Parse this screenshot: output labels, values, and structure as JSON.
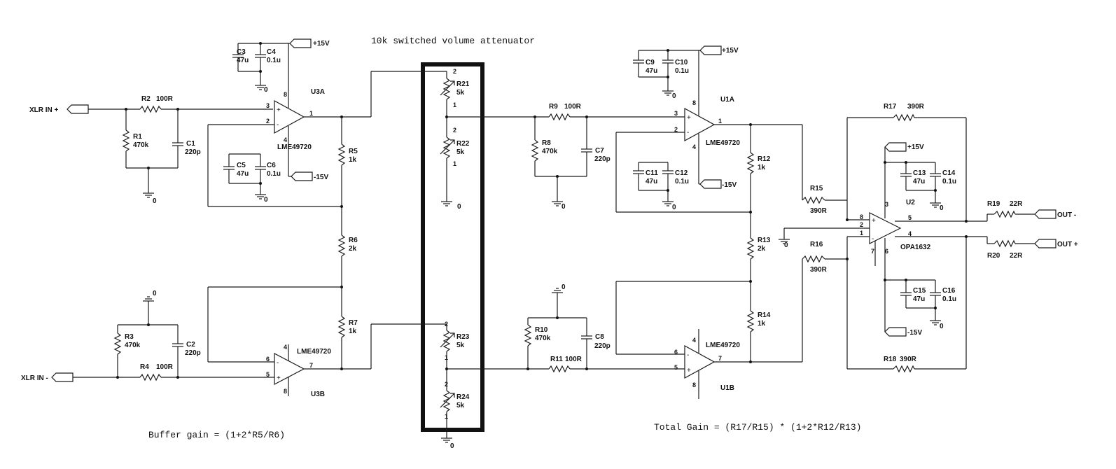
{
  "notes": {
    "attenuator_title": "10k switched volume attenuator",
    "buffer_gain": "Buffer gain = (1+2*R5/R6)",
    "total_gain": "Total Gain = (R17/R15) * (1+2*R12/R13)"
  },
  "ports": {
    "xlr_in_plus": "XLR IN +",
    "xlr_in_minus": "XLR IN -",
    "out_minus": "OUT -",
    "out_plus": "OUT +",
    "p15_u3": "+15V",
    "m15_u3": "-15V",
    "p15_u1": "+15V",
    "m15_u1": "-15V",
    "p15_u2": "+15V",
    "m15_u2": "-15V"
  },
  "ground_label": "0",
  "opamps": {
    "u3a": {
      "ref": "U3A",
      "part": "LME49720",
      "p_in_plus": "3",
      "p_in_minus": "2",
      "p_out": "1",
      "p_vp": "8",
      "p_vm": "4"
    },
    "u3b": {
      "ref": "U3B",
      "part": "LME49720",
      "p_in_minus": "6",
      "p_in_plus": "5",
      "p_out": "7",
      "p_vp": "4",
      "p_vm": "8"
    },
    "u1a": {
      "ref": "U1A",
      "part": "LME49720",
      "p_in_plus": "3",
      "p_in_minus": "2",
      "p_out": "1",
      "p_vp": "8",
      "p_vm": "4"
    },
    "u1b": {
      "ref": "U1B",
      "part": "LME49720",
      "p_in_minus": "6",
      "p_in_plus": "5",
      "p_out": "7",
      "p_vp": "4",
      "p_vm": "8"
    },
    "u2": {
      "ref": "U2",
      "part": "OPA1632",
      "p8": "8",
      "p2": "2",
      "p1": "1",
      "p3": "3",
      "p5": "5",
      "p4": "4",
      "p7": "7",
      "p6": "6"
    }
  },
  "resistors": {
    "r1": {
      "ref": "R1",
      "val": "470k"
    },
    "r2": {
      "ref": "R2",
      "val": "100R"
    },
    "r3": {
      "ref": "R3",
      "val": "470k"
    },
    "r4": {
      "ref": "R4",
      "val": "100R"
    },
    "r5": {
      "ref": "R5",
      "val": "1k"
    },
    "r6": {
      "ref": "R6",
      "val": "2k"
    },
    "r7": {
      "ref": "R7",
      "val": "1k"
    },
    "r8": {
      "ref": "R8",
      "val": "470k"
    },
    "r9": {
      "ref": "R9",
      "val": "100R"
    },
    "r10": {
      "ref": "R10",
      "val": "470k"
    },
    "r11": {
      "ref": "R11",
      "val": "100R"
    },
    "r12": {
      "ref": "R12",
      "val": "1k"
    },
    "r13": {
      "ref": "R13",
      "val": "2k"
    },
    "r14": {
      "ref": "R14",
      "val": "1k"
    },
    "r15": {
      "ref": "R15",
      "val": "390R"
    },
    "r16": {
      "ref": "R16",
      "val": "390R"
    },
    "r17": {
      "ref": "R17",
      "val": "390R"
    },
    "r18": {
      "ref": "R18",
      "val": "390R"
    },
    "r19": {
      "ref": "R19",
      "val": "22R"
    },
    "r20": {
      "ref": "R20",
      "val": "22R"
    }
  },
  "pots": {
    "r21": {
      "ref": "R21",
      "val": "5k",
      "p_top": "2",
      "p_bot": "1"
    },
    "r22": {
      "ref": "R22",
      "val": "5k",
      "p_top": "2",
      "p_bot": "1"
    },
    "r23": {
      "ref": "R23",
      "val": "5k",
      "p_top": "2",
      "p_bot": "1"
    },
    "r24": {
      "ref": "R24",
      "val": "5k",
      "p_top": "2",
      "p_bot": "1"
    }
  },
  "capacitors": {
    "c1": {
      "ref": "C1",
      "val": "220p"
    },
    "c2": {
      "ref": "C2",
      "val": "220p"
    },
    "c3": {
      "ref": "C3",
      "val": "47u"
    },
    "c4": {
      "ref": "C4",
      "val": "0.1u"
    },
    "c5": {
      "ref": "C5",
      "val": "47u"
    },
    "c6": {
      "ref": "C6",
      "val": "0.1u"
    },
    "c7": {
      "ref": "C7",
      "val": "220p"
    },
    "c8": {
      "ref": "C8",
      "val": "220p"
    },
    "c9": {
      "ref": "C9",
      "val": "47u"
    },
    "c10": {
      "ref": "C10",
      "val": "0.1u"
    },
    "c11": {
      "ref": "C11",
      "val": "47u"
    },
    "c12": {
      "ref": "C12",
      "val": "0.1u"
    },
    "c13": {
      "ref": "C13",
      "val": "47u"
    },
    "c14": {
      "ref": "C14",
      "val": "0.1u"
    },
    "c15": {
      "ref": "C15",
      "val": "47u"
    },
    "c16": {
      "ref": "C16",
      "val": "0.1u"
    }
  }
}
